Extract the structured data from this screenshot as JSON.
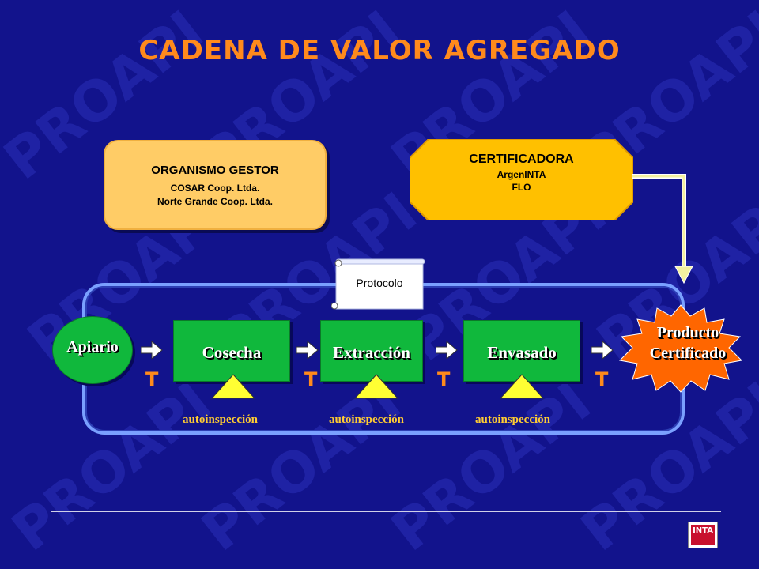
{
  "watermark": {
    "text": "PROAPI"
  },
  "title": "CADENA DE VALOR AGREGADO",
  "gestor": {
    "heading": "ORGANISMO GESTOR",
    "line1": "COSAR Coop. Ltda.",
    "line2": "Norte Grande Coop. Ltda."
  },
  "certificadora": {
    "heading": "CERTIFICADORA",
    "line1": "ArgenINTA",
    "line2": "FLO"
  },
  "protocolo": "Protocolo",
  "chain": {
    "apiario": "Apiario",
    "steps": [
      "Cosecha",
      "Extracción",
      "Envasado"
    ],
    "producto_line1": "Producto",
    "producto_line2": "Certificado",
    "t_label": "T",
    "autoinspeccion": "autoinspección"
  },
  "logo": {
    "text": "INTA"
  },
  "colors": {
    "background": "#12138c",
    "title": "#ff8a1c",
    "step": "#10b83c",
    "gestor": "#ffcc66",
    "certificadora": "#ffc000",
    "producto": "#ff6600"
  }
}
